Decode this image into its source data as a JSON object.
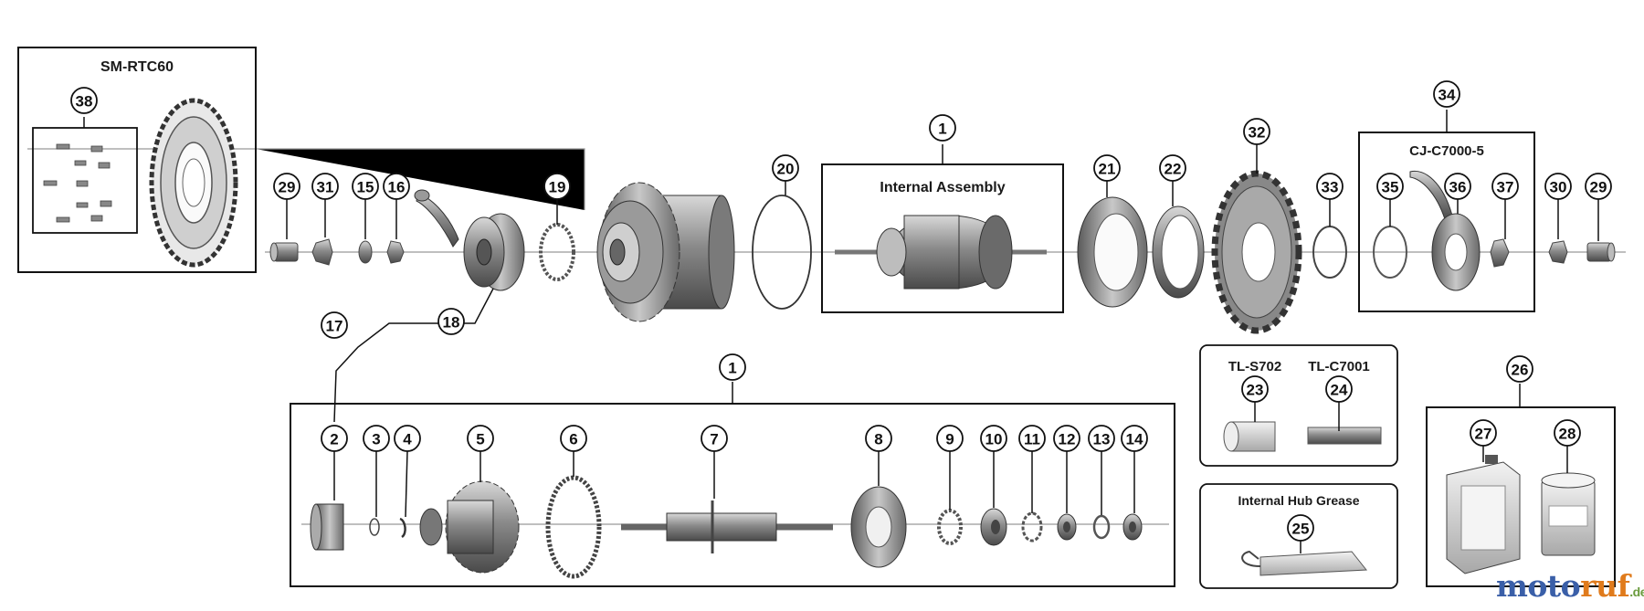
{
  "title_boxes": {
    "rotor": "SM-RTC60",
    "internal": "Internal Assembly",
    "chain_case": "CJ-C7000-5",
    "tool1": "TL-S702",
    "tool2": "TL-C7001",
    "grease": "Internal Hub Grease"
  },
  "callouts": {
    "top_row": [
      "38",
      "29",
      "31",
      "15",
      "16",
      "19",
      "20",
      "1",
      "21",
      "22",
      "32",
      "33",
      "34",
      "35",
      "36",
      "37",
      "30",
      "29"
    ],
    "link": [
      "17",
      "18"
    ],
    "bottom_row": [
      "1",
      "2",
      "3",
      "4",
      "5",
      "6",
      "7",
      "8",
      "9",
      "10",
      "11",
      "12",
      "13",
      "14"
    ],
    "tools": [
      "23",
      "24",
      "25",
      "26",
      "27",
      "28"
    ]
  },
  "watermark": {
    "main": "moto",
    "accent": "ruf",
    "suffix": ".de"
  },
  "colors": {
    "line": "#111111",
    "part_dark": "#5a5a5a",
    "part_mid": "#8c8c8c",
    "part_light": "#c8c8c8",
    "accent": "#e07b1c"
  }
}
